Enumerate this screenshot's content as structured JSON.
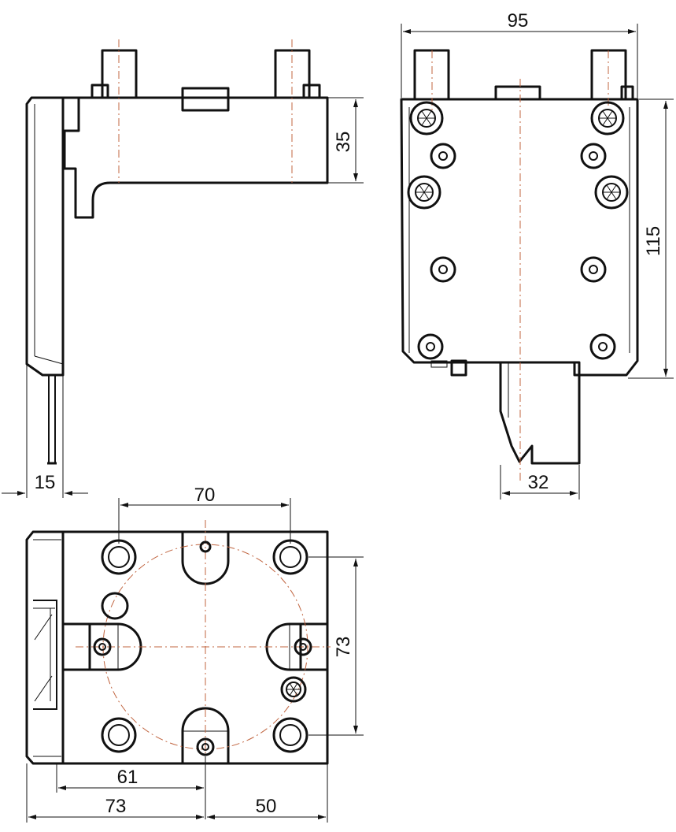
{
  "colors": {
    "line": "#111111",
    "centerline": "#c0643f",
    "background": "#ffffff"
  },
  "dimensions": {
    "width_top_right": "95",
    "height_side": "35",
    "height_front": "115",
    "side_offset": "15",
    "shank_width": "32",
    "hole_spacing_x": "70",
    "hole_spacing_y": "73",
    "partial_base": "61",
    "base_left": "73",
    "base_right": "50"
  }
}
